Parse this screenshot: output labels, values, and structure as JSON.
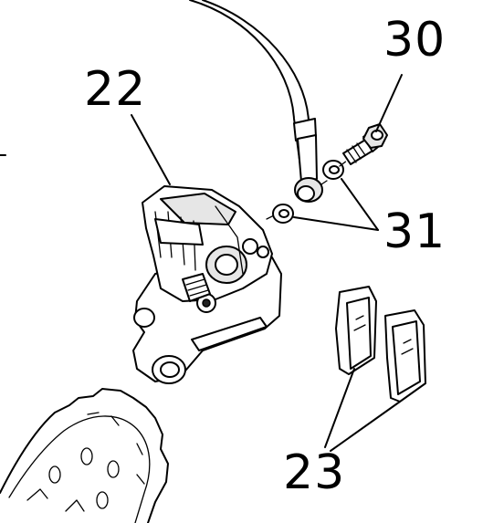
{
  "callouts": {
    "caliper": "22",
    "bolt": "30",
    "washers": "31",
    "pads": "23"
  },
  "parts": [
    {
      "ref": "22",
      "icon": "brake-caliper-icon"
    },
    {
      "ref": "30",
      "icon": "banjo-bolt-icon"
    },
    {
      "ref": "31",
      "icon": "sealing-washer-icon"
    },
    {
      "ref": "23",
      "icon": "brake-pad-icon"
    }
  ]
}
